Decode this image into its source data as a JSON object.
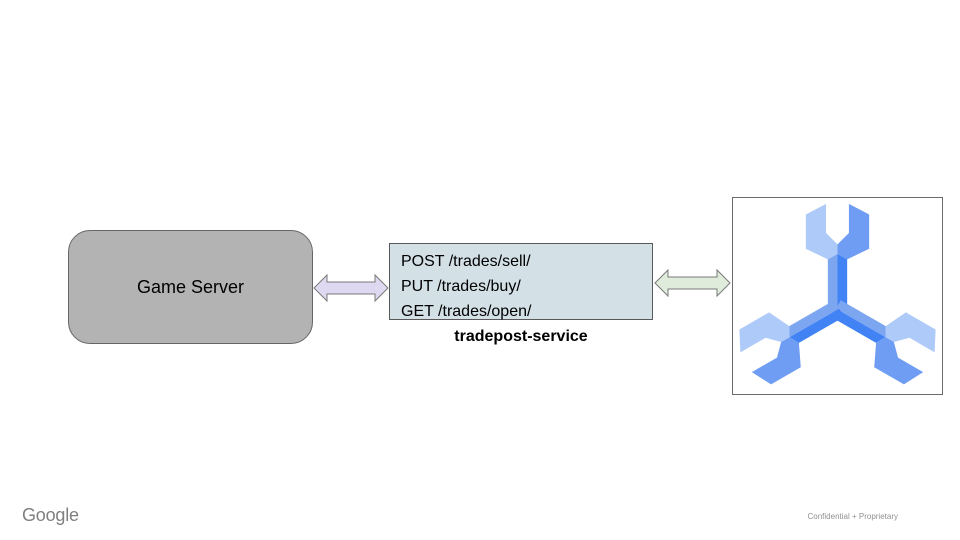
{
  "diagram": {
    "game_server": {
      "label": "Game Server",
      "fill": "#b3b3b3"
    },
    "service_box": {
      "fill": "#d3e0e6",
      "lines": [
        "POST /trades/sell/",
        "PUT /trades/buy/",
        "GET /trades/open/"
      ]
    },
    "service_label": "tradepost-service",
    "arrows": {
      "left": {
        "direction": "bidirectional",
        "fill": "#ded9f0",
        "stroke": "#7a7a7a"
      },
      "right": {
        "direction": "bidirectional",
        "fill": "#dfecdb",
        "stroke": "#7a7a7a"
      }
    },
    "logo": {
      "name": "kubernetes-engine-logo",
      "colors": {
        "light": "#aecaf9",
        "medium": "#6f9df3",
        "shaft_light": "#7da6f1",
        "dark": "#4183f4"
      }
    }
  },
  "footer": {
    "brand": "Google",
    "confidentiality": "Confidential + Proprietary"
  }
}
